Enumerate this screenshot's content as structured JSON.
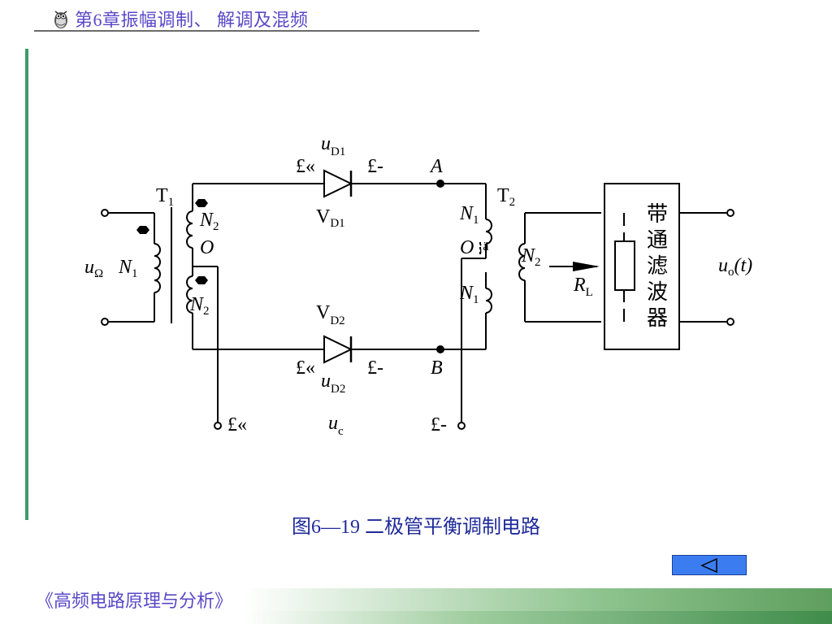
{
  "header": {
    "title": "第6章振幅调制、 解调及混频",
    "logo_icon": "owl-logo-icon"
  },
  "diagram": {
    "transformer1": {
      "name": "T",
      "sub": "1"
    },
    "transformer2": {
      "name": "T",
      "sub": "2"
    },
    "input_voltage": {
      "main": "u",
      "sub": "Ω"
    },
    "primary_winding": {
      "main": "N",
      "sub": "1"
    },
    "center_tap_left": "O",
    "center_tap_right": "O",
    "right_mark": "¡ä",
    "diode1": {
      "main": "V",
      "sub": "D1"
    },
    "diode2": {
      "main": "V",
      "sub": "D2"
    },
    "diode1_voltage": {
      "main": "u",
      "sub": "D1"
    },
    "diode2_voltage": {
      "main": "u",
      "sub": "D2"
    },
    "carrier": {
      "main": "u",
      "sub": "c"
    },
    "load": {
      "main": "R",
      "sub": "L"
    },
    "node_a": "A",
    "node_b": "B",
    "plus_sign": "£«",
    "minus_sign": "£-",
    "filter_label": [
      "带",
      "通",
      "滤",
      "波",
      "器"
    ],
    "output": {
      "main": "u",
      "sub": "o",
      "arg": "(t)"
    }
  },
  "caption": "图6—19  二极管平衡调制电路",
  "footer": {
    "book_title": "《高频电路原理与分析》"
  },
  "navigation": {
    "back_icon": "triangle-left-icon",
    "colors": {
      "button": "#3b7df0",
      "accent": "#3f9b6a",
      "title": "#5a48c8",
      "caption": "#1e2a9a"
    }
  }
}
